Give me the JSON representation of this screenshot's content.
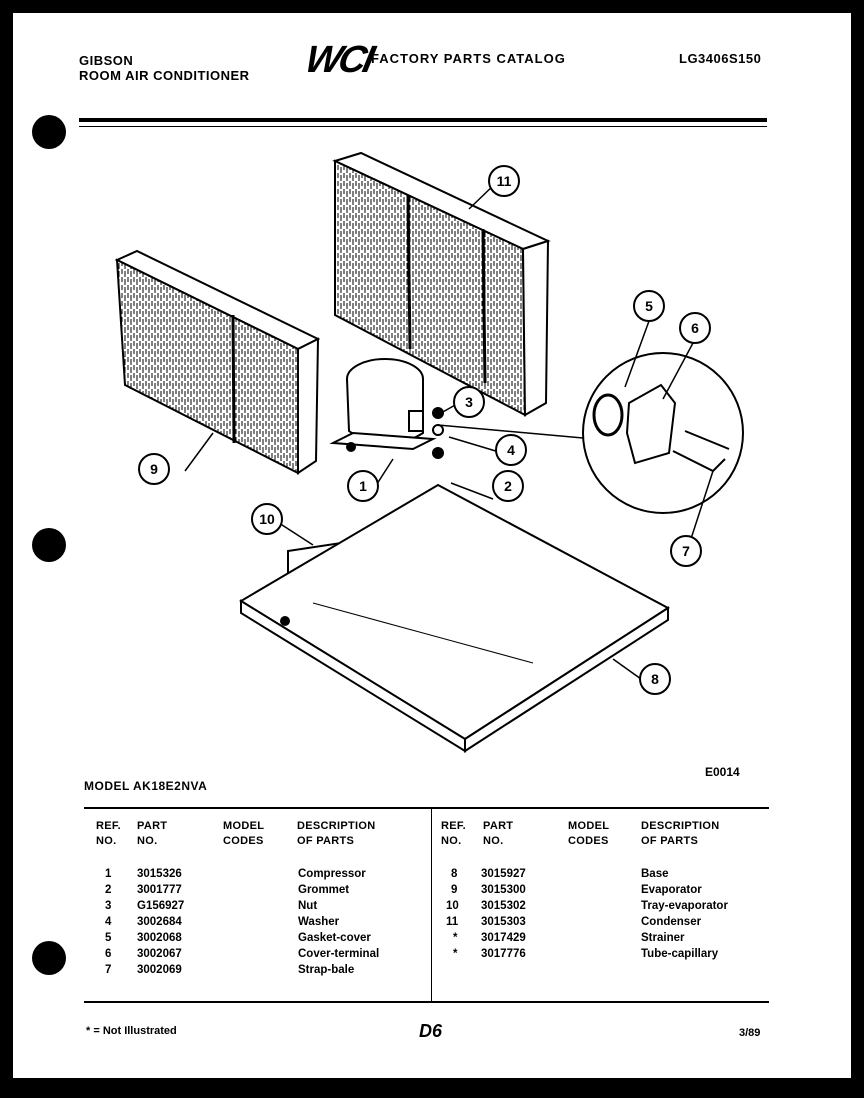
{
  "header": {
    "brand": "GIBSON",
    "product": "ROOM AIR CONDITIONER",
    "logo": "WCI",
    "catalog_title": "FACTORY PARTS CATALOG",
    "catalog_code": "LG3406S150"
  },
  "diagram": {
    "callouts": [
      "1",
      "2",
      "3",
      "4",
      "5",
      "6",
      "7",
      "8",
      "9",
      "10",
      "11"
    ],
    "drawing_code": "E0014"
  },
  "model_line": "MODEL AK18E2NVA",
  "table": {
    "headers": {
      "ref": [
        "REF.",
        "NO."
      ],
      "part": [
        "PART",
        "NO."
      ],
      "model": [
        "MODEL",
        "CODES"
      ],
      "desc": [
        "DESCRIPTION",
        "OF PARTS"
      ]
    },
    "left": [
      {
        "ref": "1",
        "part": "3015326",
        "model": "",
        "desc": "Compressor"
      },
      {
        "ref": "2",
        "part": "3001777",
        "model": "",
        "desc": "Grommet"
      },
      {
        "ref": "3",
        "part": "G156927",
        "model": "",
        "desc": "Nut"
      },
      {
        "ref": "4",
        "part": "3002684",
        "model": "",
        "desc": "Washer"
      },
      {
        "ref": "5",
        "part": "3002068",
        "model": "",
        "desc": "Gasket-cover"
      },
      {
        "ref": "6",
        "part": "3002067",
        "model": "",
        "desc": "Cover-terminal"
      },
      {
        "ref": "7",
        "part": "3002069",
        "model": "",
        "desc": "Strap-bale"
      }
    ],
    "right": [
      {
        "ref": "8",
        "part": "3015927",
        "model": "",
        "desc": "Base"
      },
      {
        "ref": "9",
        "part": "3015300",
        "model": "",
        "desc": "Evaporator"
      },
      {
        "ref": "10",
        "part": "3015302",
        "model": "",
        "desc": "Tray-evaporator"
      },
      {
        "ref": "11",
        "part": "3015303",
        "model": "",
        "desc": "Condenser"
      },
      {
        "ref": "*",
        "part": "3017429",
        "model": "",
        "desc": "Strainer"
      },
      {
        "ref": "*",
        "part": "3017776",
        "model": "",
        "desc": "Tube-capillary"
      }
    ]
  },
  "footer": {
    "note": "* = Not Illustrated",
    "page": "D6",
    "date": "3/89"
  }
}
